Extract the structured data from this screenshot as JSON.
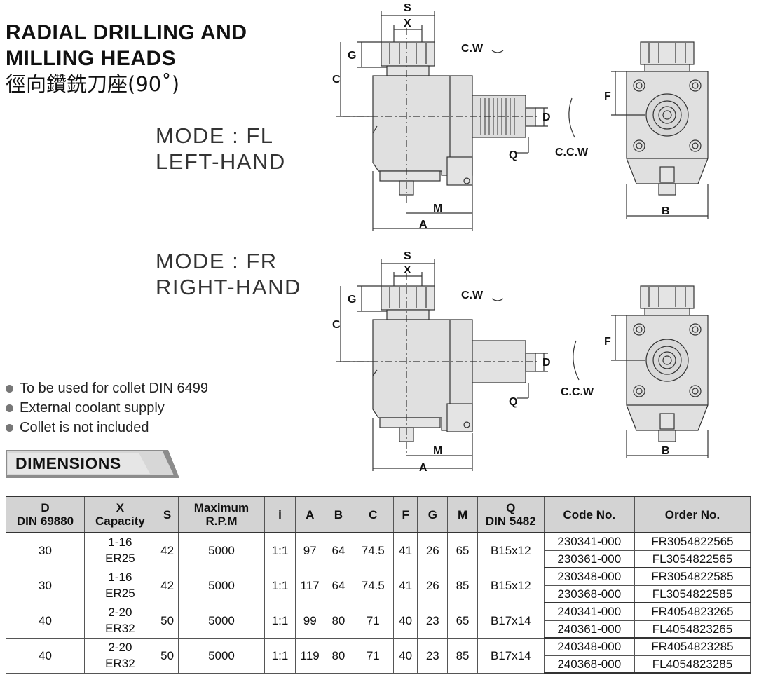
{
  "title": {
    "line1": "RADIAL DRILLING AND",
    "line2": "MILLING HEADS",
    "zh": "徑向鑽銑刀座(90˚)"
  },
  "modes": [
    {
      "mode": "MODE : FL",
      "hand": "LEFT-HAND"
    },
    {
      "mode": "MODE : FR",
      "hand": "RIGHT-HAND"
    }
  ],
  "bullets": [
    "To be used for collet DIN 6499",
    "External coolant supply",
    "Collet is not included"
  ],
  "section_label": "DIMENSIONS",
  "drawing_labels": {
    "S": "S",
    "X": "X",
    "G": "G",
    "C": "C",
    "D": "D",
    "Q": "Q",
    "M": "M",
    "A": "A",
    "F": "F",
    "B": "B",
    "cw": "C.W",
    "ccw": "C.C.W"
  },
  "table": {
    "headers": [
      [
        "D",
        "DIN 69880"
      ],
      [
        "X",
        "Capacity"
      ],
      [
        "S"
      ],
      [
        "Maximum",
        "R.P.M"
      ],
      [
        "i"
      ],
      [
        "A"
      ],
      [
        "B"
      ],
      [
        "C"
      ],
      [
        "F"
      ],
      [
        "G"
      ],
      [
        "M"
      ],
      [
        "Q",
        "DIN 5482"
      ],
      [
        "Code No."
      ],
      [
        "Order No."
      ]
    ],
    "groups": [
      {
        "d": "30",
        "x1": "1-16",
        "x2": "ER25",
        "s": "42",
        "rpm": "5000",
        "i": "1:1",
        "a": "97",
        "b": "64",
        "c": "74.5",
        "f": "41",
        "g": "26",
        "m": "65",
        "q": "B15x12",
        "codes": [
          "230341-000",
          "230361-000"
        ],
        "orders": [
          "FR3054822565",
          "FL3054822565"
        ]
      },
      {
        "d": "30",
        "x1": "1-16",
        "x2": "ER25",
        "s": "42",
        "rpm": "5000",
        "i": "1:1",
        "a": "117",
        "b": "64",
        "c": "74.5",
        "f": "41",
        "g": "26",
        "m": "85",
        "q": "B15x12",
        "codes": [
          "230348-000",
          "230368-000"
        ],
        "orders": [
          "FR3054822585",
          "FL3054822585"
        ]
      },
      {
        "d": "40",
        "x1": "2-20",
        "x2": "ER32",
        "s": "50",
        "rpm": "5000",
        "i": "1:1",
        "a": "99",
        "b": "80",
        "c": "71",
        "f": "40",
        "g": "23",
        "m": "65",
        "q": "B17x14",
        "codes": [
          "240341-000",
          "240361-000"
        ],
        "orders": [
          "FR4054823265",
          "FL4054823265"
        ]
      },
      {
        "d": "40",
        "x1": "2-20",
        "x2": "ER32",
        "s": "50",
        "rpm": "5000",
        "i": "1:1",
        "a": "119",
        "b": "80",
        "c": "71",
        "f": "40",
        "g": "23",
        "m": "85",
        "q": "B17x14",
        "codes": [
          "240348-000",
          "240368-000"
        ],
        "orders": [
          "FR4054823285",
          "FL4054823285"
        ]
      }
    ]
  }
}
